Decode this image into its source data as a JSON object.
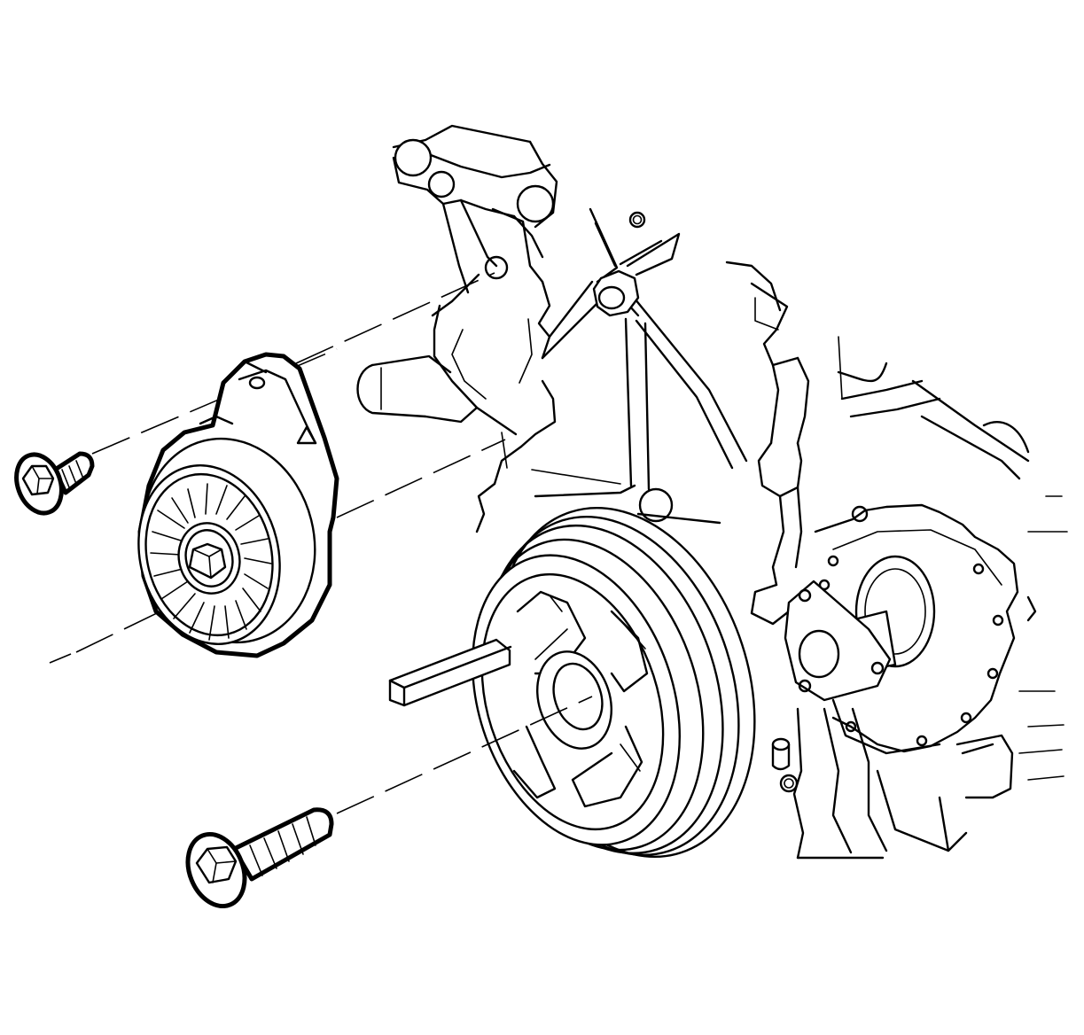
{
  "diagram": {
    "parts": [
      {
        "id": "short-bolt",
        "icon": "hex-flange-bolt-short"
      },
      {
        "id": "long-bolt",
        "icon": "hex-flange-bolt-long"
      },
      {
        "id": "tensioner",
        "icon": "belt-tensioner-assembly"
      },
      {
        "id": "crank-pulley",
        "icon": "crankshaft-balancer-pulley"
      },
      {
        "id": "engine-front",
        "icon": "engine-front-cover-block"
      }
    ],
    "style": {
      "line": "#000000",
      "background": "#ffffff",
      "highlight": "#000000"
    }
  }
}
